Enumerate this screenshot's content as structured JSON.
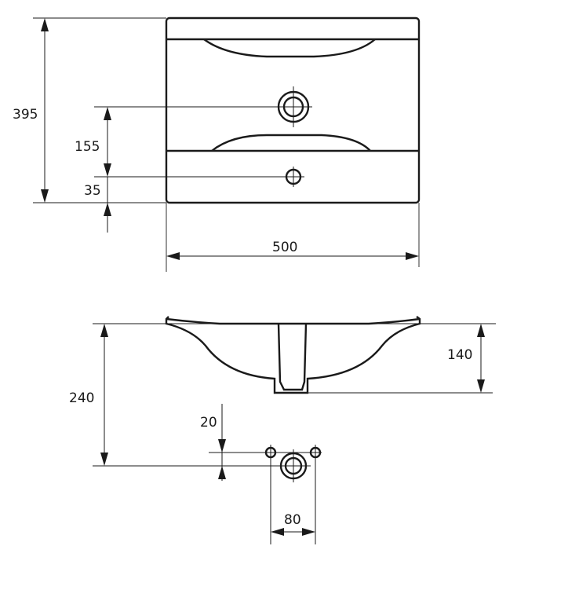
{
  "top_view": {
    "dims": {
      "overall_depth": "395",
      "tap_hole_offset": "155",
      "overflow_offset": "35",
      "overall_width": "500"
    }
  },
  "front_view": {
    "dims": {
      "bowl_depth": "140",
      "overall_height": "240",
      "hole_offset": "20",
      "hole_spacing": "80"
    }
  }
}
